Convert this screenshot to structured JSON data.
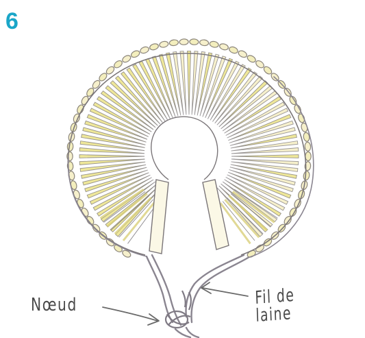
{
  "step": {
    "number": "6"
  },
  "labels": {
    "knot": "Nœud",
    "thread": "Fil de laine"
  },
  "colors": {
    "step_number": "#1aa6c8",
    "ink": "#6f6b70",
    "yarn_yellow": "#eee79a",
    "yarn_cream": "#f6f0cc",
    "label_text": "#4a4a4a"
  },
  "illustration": {
    "ring": "pompom-maker-ring-icon",
    "hole": "center-hole",
    "thread": "wool-thread-icon",
    "knot": "knot-icon",
    "arrows": "pointer-arrow-icon"
  }
}
